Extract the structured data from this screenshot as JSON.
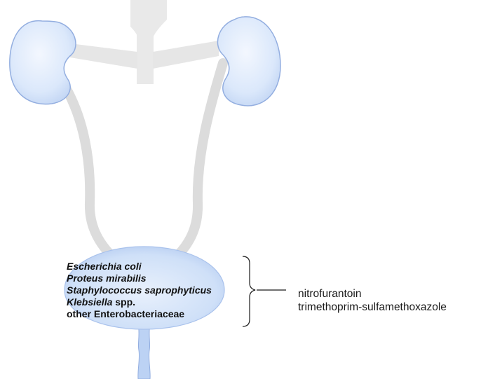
{
  "organisms": [
    {
      "italic": "Escherichia coli",
      "plain": ""
    },
    {
      "italic": "Proteus mirabilis",
      "plain": ""
    },
    {
      "italic": "Staphylococcus saprophyticus",
      "plain": ""
    },
    {
      "italic": "Klebsiella",
      "plain": " spp."
    },
    {
      "italic": "",
      "plain": "other Enterobacteriaceae"
    }
  ],
  "treatments": [
    "nitrofurantoin",
    "trimethoprim-sulfamethoxazole"
  ],
  "colors": {
    "kidney_fill": "#dbe8fb",
    "kidney_stroke": "#93aee0",
    "bladder_fill": "#cfe0f8",
    "ureter_gray": "#dcdcdc",
    "vessel_gray": "#e9e9e9",
    "bracket": "#1a1a1a"
  }
}
